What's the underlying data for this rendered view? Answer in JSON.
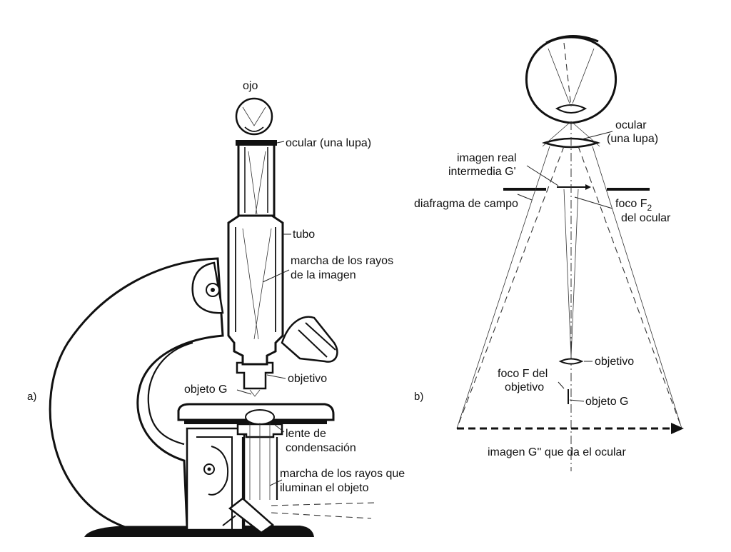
{
  "panel_a": {
    "letter": "a)",
    "labels": {
      "eye": "ojo",
      "eyepiece": "ocular (una lupa)",
      "tube": "tubo",
      "image_rays_1": "marcha de los rayos",
      "image_rays_2": "de la imagen",
      "objective": "objetivo",
      "object": "objeto G",
      "condenser_1": "lente de",
      "condenser_2": "condensación",
      "illum_rays_1": "marcha de los rayos que",
      "illum_rays_2": "iluminan el objeto"
    }
  },
  "panel_b": {
    "letter": "b)",
    "labels": {
      "eyepiece_1": "ocular",
      "eyepiece_2": "(una lupa)",
      "real_image_1": "imagen real",
      "real_image_2": "intermedia G'",
      "field_stop": "diafragma de campo",
      "focus_f2_1": "foco F",
      "focus_f2_sub": "2",
      "focus_f2_2": "del ocular",
      "objective": "objetivo",
      "focus_f_1": "foco F del",
      "focus_f_2": "objetivo",
      "object": "objeto G",
      "virtual_image": "imagen G'' que da el ocular"
    }
  }
}
